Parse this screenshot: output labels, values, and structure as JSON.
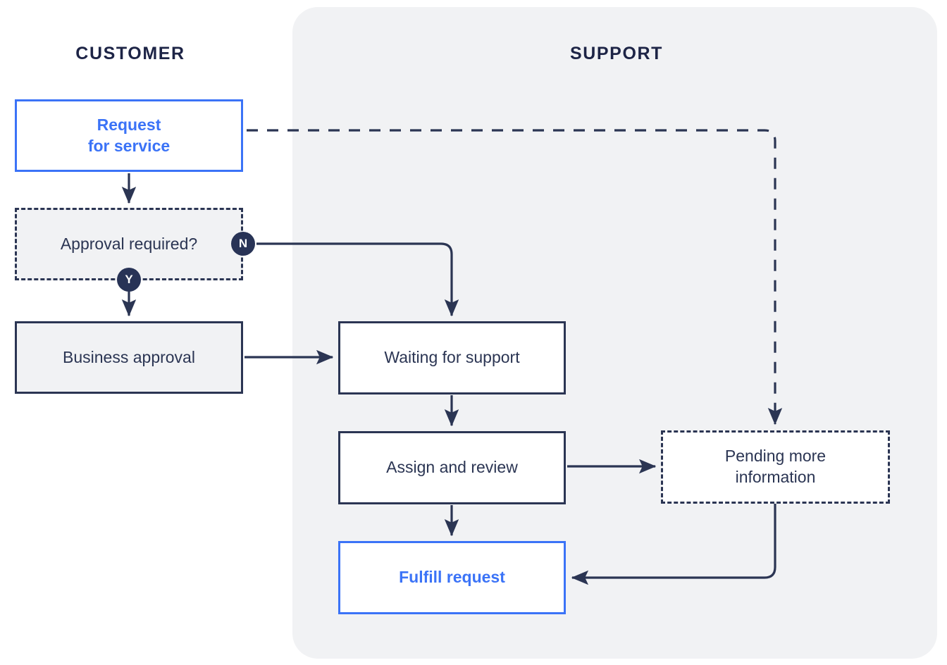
{
  "diagram": {
    "title_hidden": "",
    "lanes": [
      {
        "id": "customer",
        "label": "CUSTOMER"
      },
      {
        "id": "support",
        "label": "SUPPORT"
      }
    ],
    "colors": {
      "accent_blue": "#3b73f7",
      "dark_navy": "#2b3553",
      "panel_gray": "#f1f2f4",
      "badge_fill": "#283356",
      "white": "#ffffff"
    },
    "nodes": [
      {
        "id": "request-for-service",
        "label": "Request\nfor service",
        "style": "solid-blue",
        "lane": "customer"
      },
      {
        "id": "approval-required",
        "label": "Approval required?",
        "style": "dashed-dark",
        "lane": "customer"
      },
      {
        "id": "business-approval",
        "label": "Business approval",
        "style": "solid-dark",
        "lane": "customer"
      },
      {
        "id": "waiting-for-support",
        "label": "Waiting for support",
        "style": "solid-dark-white",
        "lane": "support"
      },
      {
        "id": "assign-and-review",
        "label": "Assign and review",
        "style": "solid-dark-white",
        "lane": "support"
      },
      {
        "id": "pending-more-information",
        "label": "Pending more\ninformation",
        "style": "dashed-dark-white",
        "lane": "support"
      },
      {
        "id": "fulfill-request",
        "label": "Fulfill request",
        "style": "solid-blue",
        "lane": "support"
      }
    ],
    "badges": [
      {
        "id": "decision-yes",
        "label": "Y"
      },
      {
        "id": "decision-no",
        "label": "N"
      }
    ],
    "edges": [
      {
        "from": "request-for-service",
        "to": "approval-required",
        "style": "solid"
      },
      {
        "from": "request-for-service",
        "to": "pending-more-information",
        "style": "dashed"
      },
      {
        "from": "approval-required",
        "to": "business-approval",
        "style": "solid",
        "label": "Y"
      },
      {
        "from": "approval-required",
        "to": "waiting-for-support",
        "style": "solid",
        "label": "N"
      },
      {
        "from": "business-approval",
        "to": "waiting-for-support",
        "style": "solid"
      },
      {
        "from": "waiting-for-support",
        "to": "assign-and-review",
        "style": "solid"
      },
      {
        "from": "assign-and-review",
        "to": "pending-more-information",
        "style": "solid"
      },
      {
        "from": "assign-and-review",
        "to": "fulfill-request",
        "style": "solid"
      },
      {
        "from": "pending-more-information",
        "to": "fulfill-request",
        "style": "solid"
      }
    ]
  }
}
